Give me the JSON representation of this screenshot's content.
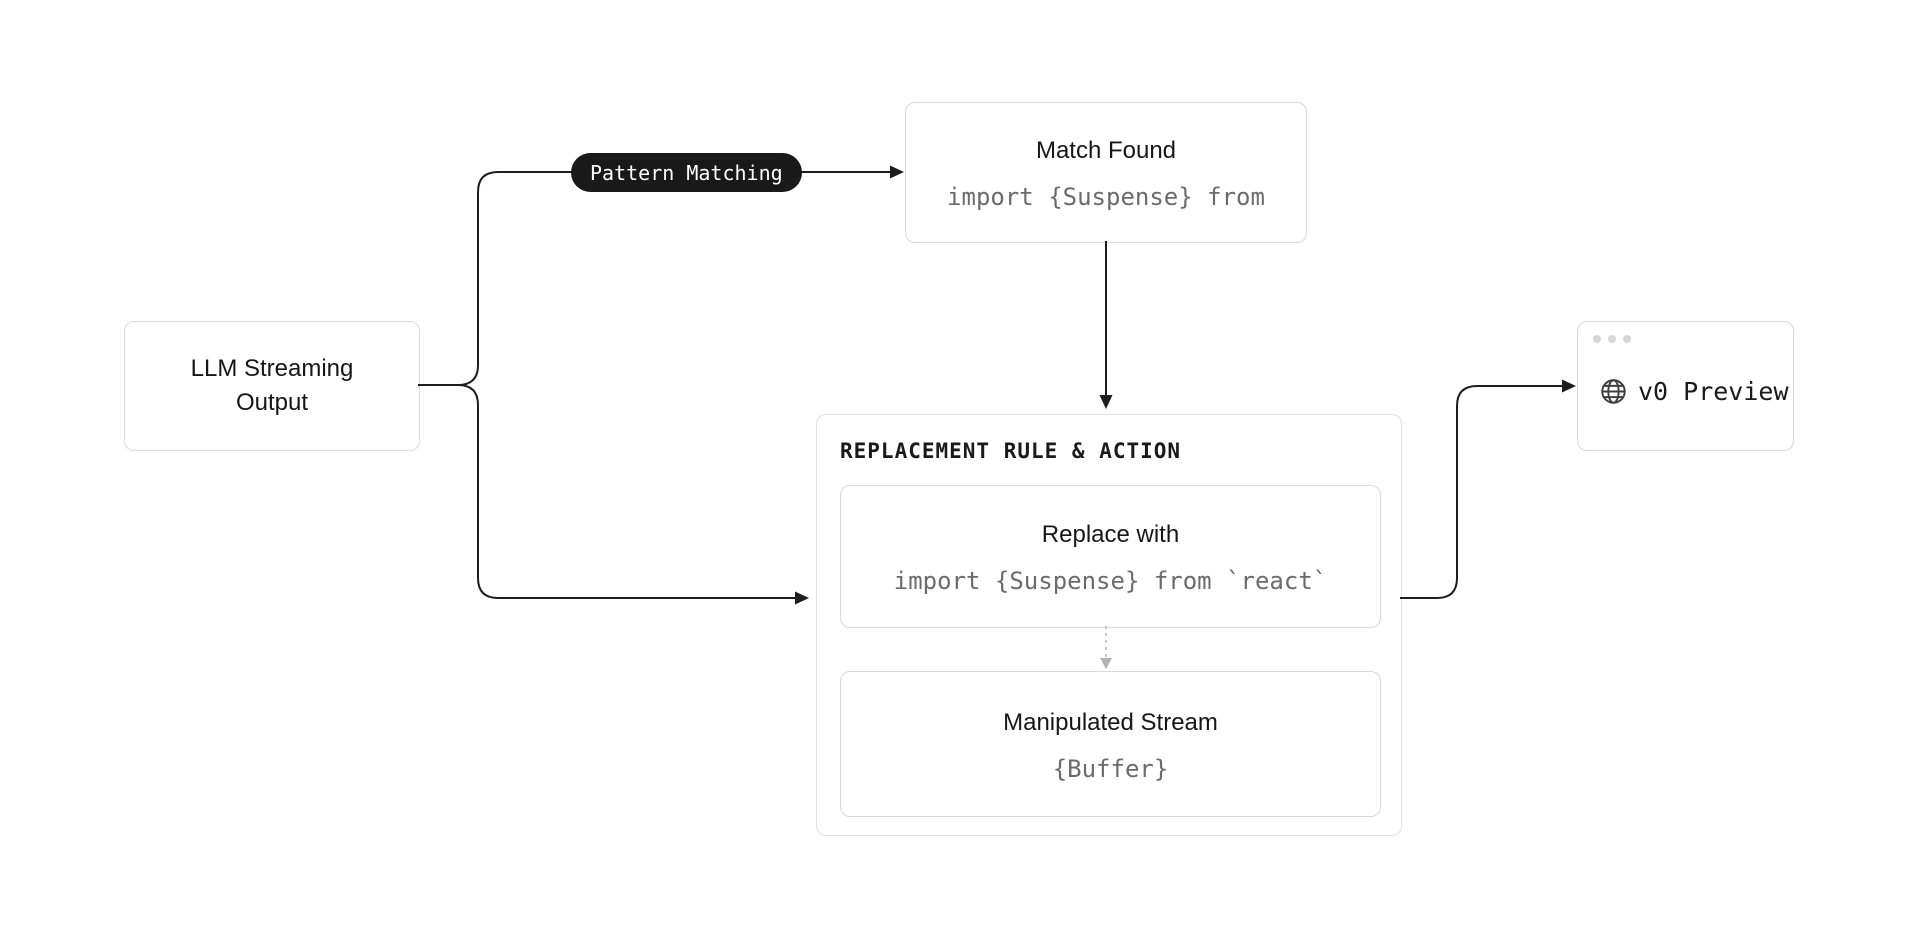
{
  "canvas": {
    "background": "#ffffff"
  },
  "palette": {
    "line": "#1d1d1d",
    "box_border": "#d9d9d9",
    "group_border": "#e0e0e0",
    "title_text": "#161616",
    "code_text": "#6b6b6b",
    "badge_bg": "#191919",
    "badge_text": "#ffffff",
    "dashed_line": "#bdbdbd",
    "window_dots": "#d6d6d6"
  },
  "nodes": {
    "llm": {
      "title": "LLM Streaming Output"
    },
    "badge": {
      "label": "Pattern Matching"
    },
    "match": {
      "title": "Match Found",
      "code": "import {Suspense} from"
    },
    "group": {
      "header": "REPLACEMENT RULE & ACTION"
    },
    "replace": {
      "title": "Replace with",
      "code": "import {Suspense} from `react`"
    },
    "manipulated": {
      "title": "Manipulated Stream",
      "code": "{Buffer}"
    },
    "preview": {
      "label": "v0 Preview",
      "icon": "globe-icon"
    }
  }
}
